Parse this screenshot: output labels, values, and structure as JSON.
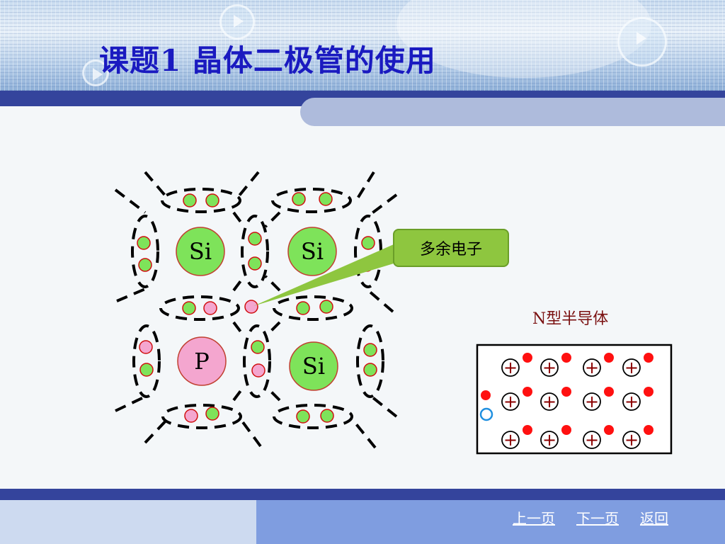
{
  "header": {
    "title": "课题1  晶体二极管的使用"
  },
  "diagram": {
    "callout": "多余电子",
    "atoms": [
      {
        "label": "Si",
        "color": "#7ee35a"
      },
      {
        "label": "Si",
        "color": "#7ee35a"
      },
      {
        "label": "P",
        "color": "#f4a6cf"
      },
      {
        "label": "Si",
        "color": "#7ee35a"
      }
    ],
    "colors": {
      "si_atom": "#7ee35a",
      "p_atom": "#f4a6cf",
      "electron_green": "#7ee35a",
      "electron_pink": "#f4a6cf",
      "electron_border": "#d01010",
      "bond_line": "#000000",
      "callout_pointer": "#8ec63f"
    }
  },
  "ntype": {
    "label": "N型半导体",
    "ion_symbol": "+",
    "colors": {
      "free_electron": "#ff1010",
      "hole": "#2090e0",
      "ion": "#8b0000"
    }
  },
  "footer": {
    "prev": "上一页",
    "next": "下一页",
    "back": "返回"
  }
}
